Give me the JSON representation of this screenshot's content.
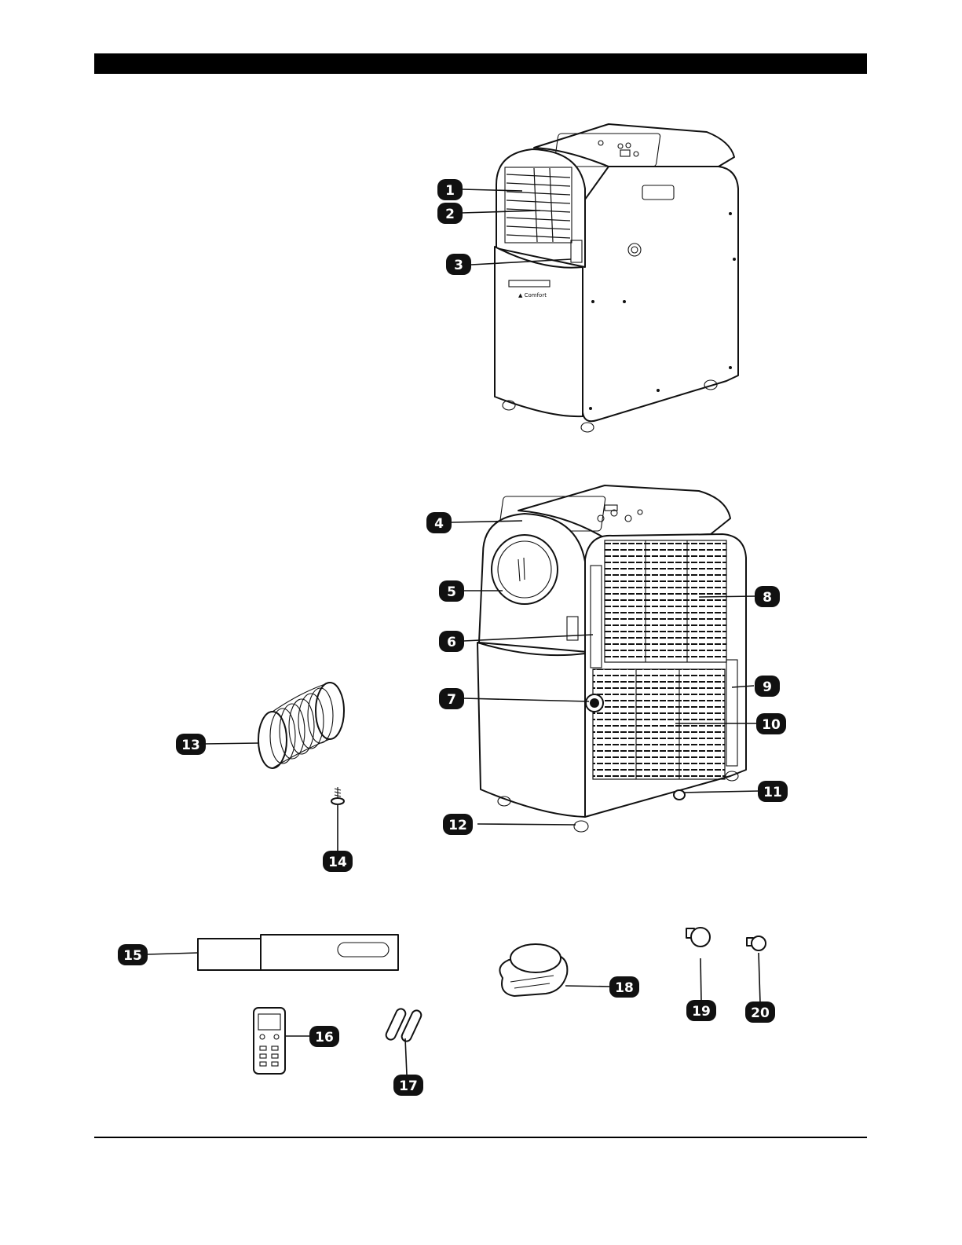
{
  "callouts": [
    {
      "label": "1"
    },
    {
      "label": "2"
    },
    {
      "label": "3"
    },
    {
      "label": "4"
    },
    {
      "label": "5"
    },
    {
      "label": "6"
    },
    {
      "label": "7"
    },
    {
      "label": "8"
    },
    {
      "label": "9"
    },
    {
      "label": "10"
    },
    {
      "label": "11"
    },
    {
      "label": "12"
    },
    {
      "label": "13"
    },
    {
      "label": "14"
    },
    {
      "label": "15"
    },
    {
      "label": "16"
    },
    {
      "label": "17"
    },
    {
      "label": "18"
    },
    {
      "label": "19"
    },
    {
      "label": "20"
    }
  ],
  "colors": {
    "ink": "#111111",
    "badge": "#111111",
    "page": "#ffffff"
  }
}
